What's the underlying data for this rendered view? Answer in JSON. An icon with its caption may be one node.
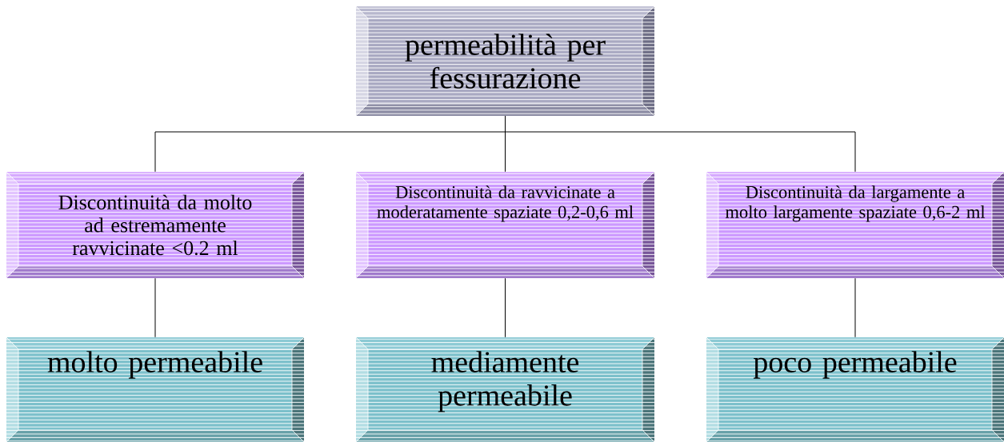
{
  "diagram": {
    "nodes": [
      {
        "text": [
          "permeabilità per fessurazione"
        ]
      },
      {
        "text": [
          "Discontinuità da molto ad estremamente ravvicinate <0.2 ml"
        ]
      },
      {
        "text": [
          "Discontinuità da ravvicinate a moderatamente spaziate 0,2-0,6 ml"
        ]
      },
      {
        "text": [
          "Discontinuità da largamente a molto largamente spaziate 0,6-2 ml"
        ]
      },
      {
        "text": [
          "molto permeabile"
        ]
      },
      {
        "text": [
          "mediamente permeabile"
        ]
      },
      {
        "text": [
          "poco permeabile"
        ]
      }
    ],
    "edges": [
      {
        "from": 0,
        "to": 1,
        "arrow": "none"
      },
      {
        "from": 0,
        "to": 2,
        "arrow": "none"
      },
      {
        "from": 0,
        "to": 3,
        "arrow": "none"
      },
      {
        "from": 1,
        "to": 4,
        "arrow": "none"
      },
      {
        "from": 2,
        "to": 5,
        "arrow": "none"
      },
      {
        "from": 3,
        "to": 6,
        "arrow": "none"
      }
    ]
  }
}
